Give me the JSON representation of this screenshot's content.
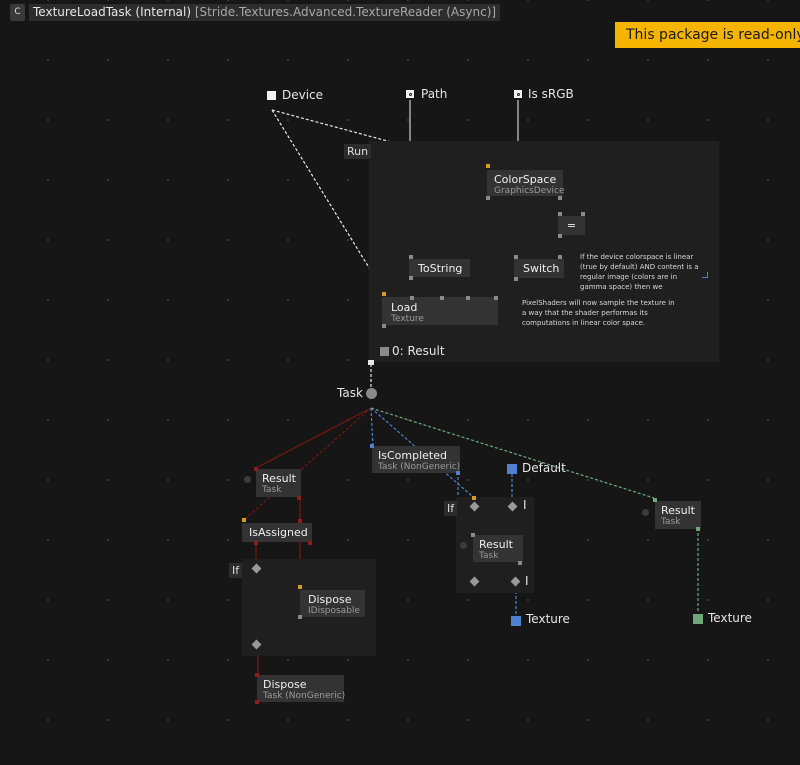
{
  "header": {
    "badge": "C",
    "title": "TextureLoadTask (Internal)",
    "type_path": "[Stride.Textures.Advanced.TextureReader (Async)]"
  },
  "banner": {
    "text": "This package is read-only,",
    "color": "#f5b400"
  },
  "inputs": {
    "device": "Device",
    "path": "Path",
    "is_srgb": "Is sRGB"
  },
  "regions": {
    "run": "Run",
    "if_assigned": "If",
    "if_completed": "If"
  },
  "nodes": {
    "colorspace": {
      "title": "ColorSpace",
      "subtitle": "GraphicsDevice"
    },
    "equals": {
      "title": "="
    },
    "tostring": {
      "title": "ToString"
    },
    "switch": {
      "title": "Switch"
    },
    "load": {
      "title": "Load",
      "subtitle": "Texture"
    },
    "iscompleted": {
      "title": "IsCompleted",
      "subtitle": "Task (NonGeneric)"
    },
    "result_left": {
      "title": "Result",
      "subtitle": "Task"
    },
    "isassigned": {
      "title": "IsAssigned"
    },
    "dispose_inner": {
      "title": "Dispose",
      "subtitle": "IDisposable"
    },
    "dispose_bottom": {
      "title": "Dispose",
      "subtitle": "Task (NonGeneric)"
    },
    "result_mid": {
      "title": "Result",
      "subtitle": "Task"
    },
    "result_right": {
      "title": "Result",
      "subtitle": "Task"
    }
  },
  "labels": {
    "task": "Task",
    "run_output": "0:  Result",
    "default": "Default",
    "pipe_top": "I",
    "pipe_bottom": "I",
    "texture_mid": "Texture",
    "texture_right": "Texture"
  },
  "comments": {
    "colorspace_note": "If the device colorspace is linear (true by default) AND content is a regular image (colors are in gamma space) then we",
    "shader_note": "PixelShaders will now sample the texture in a way that the shader performas its computations in linear color space."
  },
  "colors": {
    "background": "#161616",
    "region": "#1f1f1f",
    "node": "#333333",
    "pin_orange": "#d89a24",
    "pin_blue": "#5080d0",
    "wire_red": "#7a1616",
    "wire_green": "#6ea87a",
    "texture_blue": "#5080d0",
    "texture_green": "#6ea87a"
  }
}
